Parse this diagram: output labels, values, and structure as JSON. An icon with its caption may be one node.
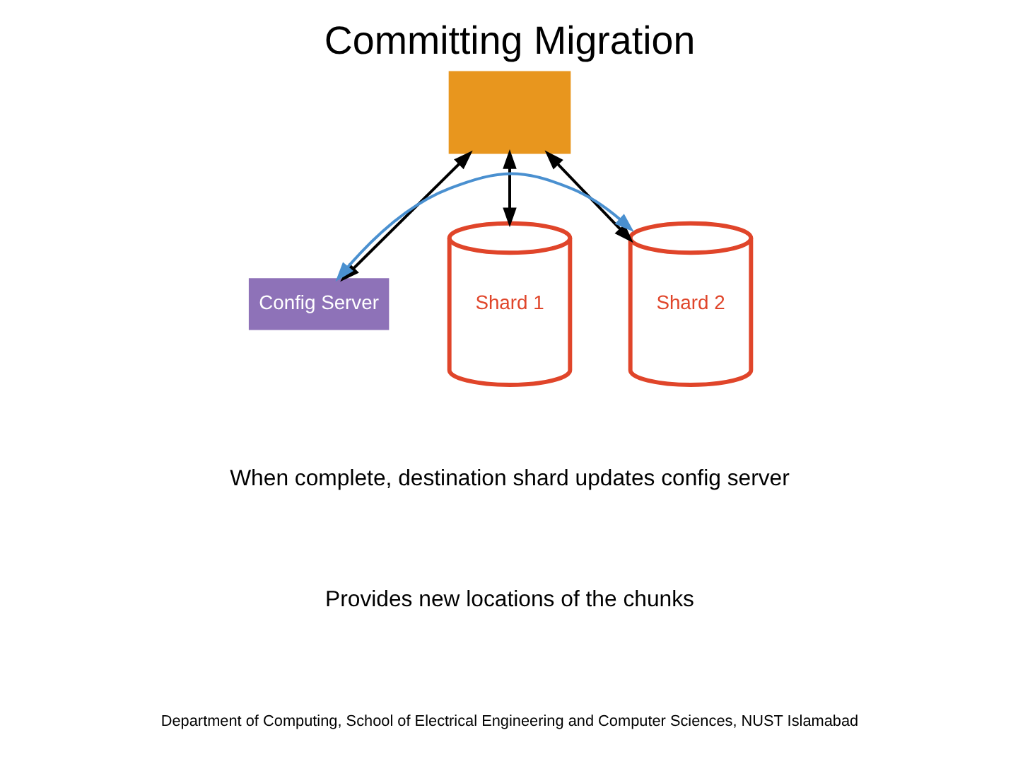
{
  "diagram": {
    "title": "Committing Migration",
    "nodes": [
      {
        "text": [],
        "shape": "box"
      },
      {
        "text": [
          "Config Server"
        ]
      },
      {
        "text": [
          "Shard 1"
        ]
      },
      {
        "text": [
          "Shard 2"
        ]
      }
    ],
    "edges": [
      {
        "from": 0,
        "to": 1,
        "arrow": "both"
      },
      {
        "from": 0,
        "to": 2,
        "arrow": "both"
      },
      {
        "from": 0,
        "to": 3,
        "arrow": "both"
      },
      {
        "from": 1,
        "to": 3,
        "arrow": "both",
        "color": "#4a90d0"
      }
    ],
    "labels": [
      "When complete, destination shard updates config server",
      "Provides new locations of the chunks",
      "Department of Computing, School of Electrical Engineering and Computer Sciences, NUST Islamabad"
    ]
  }
}
